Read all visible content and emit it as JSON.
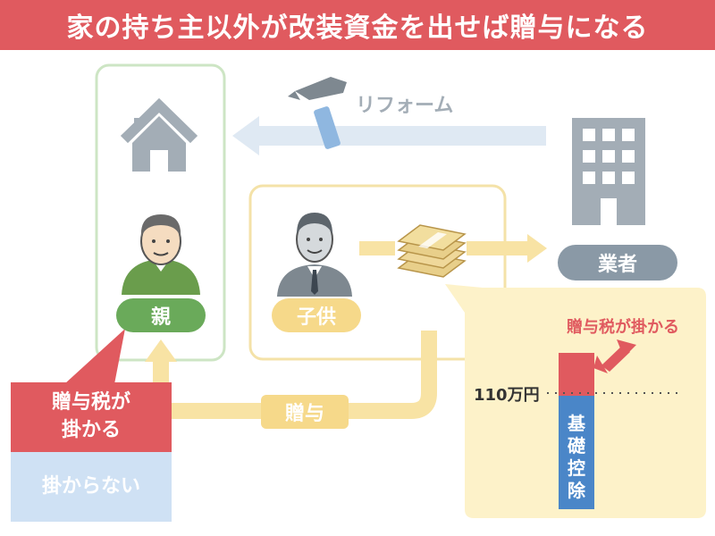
{
  "header": {
    "title": "家の持ち主以外が改装資金を出せば贈与になる"
  },
  "flow": {
    "reform_label": "リフォーム",
    "contractor_label": "業者",
    "parent_label": "親",
    "child_label": "子供",
    "gift_label": "贈与"
  },
  "tax_legend": {
    "taxed_label": "贈与税が\n掛かる",
    "not_taxed_label": "掛からない"
  },
  "chart": {
    "taxed_label": "贈与税が掛かる",
    "threshold_label": "110万円",
    "exemption_label": "基\n礎\n控\n除"
  },
  "colors": {
    "red": "#e05a5f",
    "blue": "#4a86c8",
    "pale_blue": "#cfe1f4",
    "yellow": "#fdf2c9",
    "yellow_border": "#f4e2a8",
    "green_border": "#cde5c4",
    "green_pill": "#6aaa5a",
    "gray_pill": "#8a99a6",
    "arrow_blue": "#dfe9f3"
  },
  "icons": [
    "house-icon",
    "hammer-icon",
    "building-icon",
    "parent-icon",
    "child-icon",
    "money-icon"
  ]
}
